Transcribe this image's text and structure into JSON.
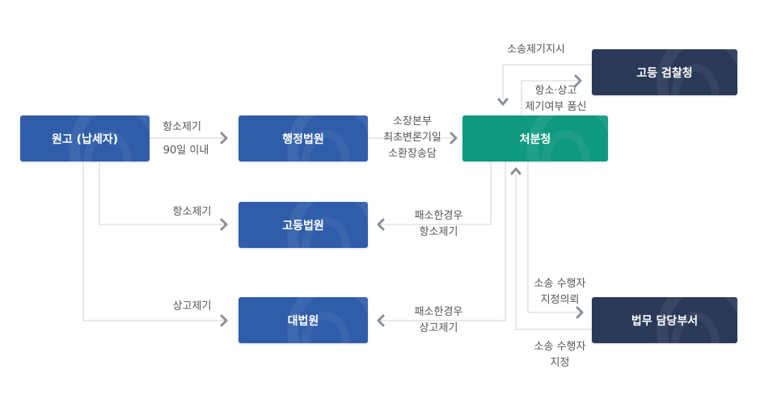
{
  "nodes": {
    "plaintiff": "원고 (납세자)",
    "admin_court": "행정법원",
    "disposing_agency": "처분청",
    "high_prosecutor": "고등 검찰청",
    "high_court": "고등법원",
    "supreme_court": "대법원",
    "legal_affairs": "법무 담당부서"
  },
  "edges": {
    "appeal_filing_top": "항소제기",
    "within_90_days": "90일 이내",
    "complaint_line1": "소장본부",
    "complaint_line2": "최초변론기일",
    "complaint_line3": "소환장송담",
    "litigation_instruction": "소송제기지시",
    "appeal_report_line1": "항소·상고",
    "appeal_report_line2": "제기여부 품신",
    "appeal_filing_mid": "항소제기",
    "loss_case_appeal_line1": "패소한경우",
    "loss_case_appeal_line2": "항소제기",
    "final_appeal_filing": "상고제기",
    "loss_case_final_line1": "패소한경우",
    "loss_case_final_line2": "상고제기",
    "performer_request_line1": "소송 수행자",
    "performer_request_line2": "지정의뢰",
    "performer_assign_line1": "소송 수행자",
    "performer_assign_line2": "지정"
  },
  "colors": {
    "court_blue": "#2f5da9",
    "agency_teal": "#0f9a80",
    "dept_navy": "#2a3958",
    "line_gray": "#cfd3da",
    "arrow_gray": "#8a909a"
  }
}
